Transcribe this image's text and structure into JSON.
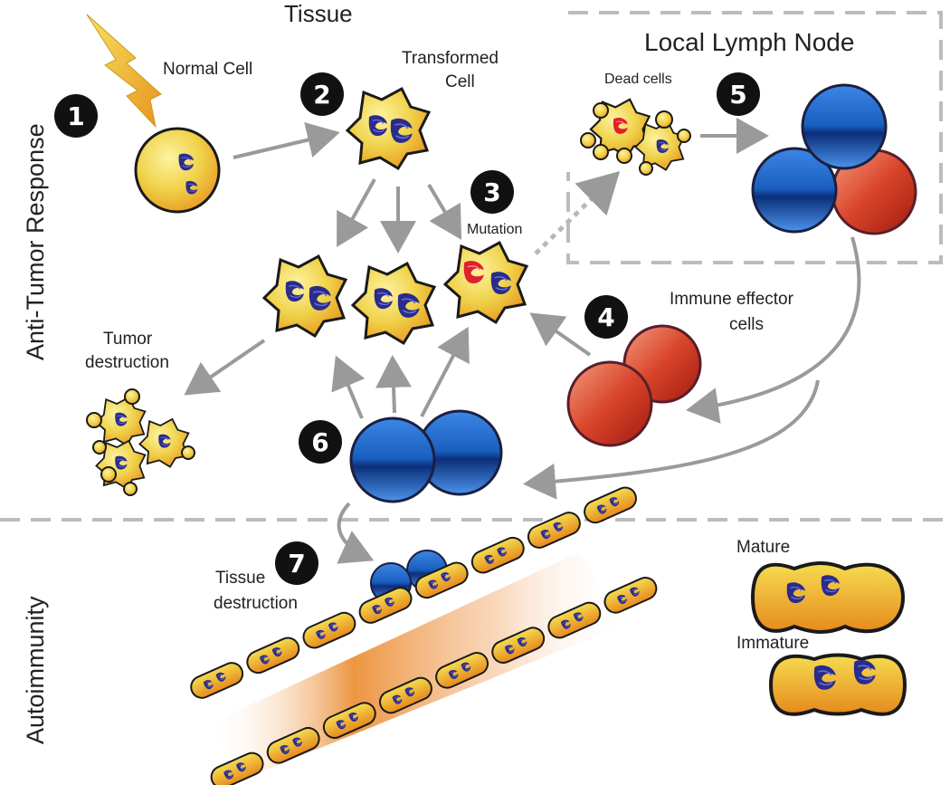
{
  "labels": {
    "side_anti_tumor": "Anti-Tumor Response",
    "side_autoimmunity": "Autoimmunity",
    "tissue": "Tissue",
    "normal_cell": "Normal Cell",
    "transformed_1": "Transformed",
    "transformed_2": "Cell",
    "mutation": "Mutation",
    "dead_cells": "Dead cells",
    "lymph_node": "Local Lymph Node",
    "immune_effector_1": "Immune effector",
    "immune_effector_2": "cells",
    "tumor_destruction_1": "Tumor",
    "tumor_destruction_2": "destruction",
    "tissue_destruction_1": "Tissue",
    "tissue_destruction_2": "destruction",
    "mature": "Mature",
    "immature": "Immature"
  },
  "steps": [
    "1",
    "2",
    "3",
    "4",
    "5",
    "6",
    "7"
  ],
  "colors": {
    "cell_yellow": "#f0d24a",
    "cell_orange": "#e89020",
    "nucleus_blue": "#2a2c8c",
    "mutation_red": "#e0202a",
    "t_cell_blue": "#1a5fbf",
    "effector_red": "#d8402a",
    "arrow_gray": "#9a9a9a",
    "dash_gray": "#bcbcbc",
    "number_badge": "#111111"
  },
  "icons": [
    "lightning-bolt-icon",
    "normal-cell-icon",
    "transformed-cell-icon",
    "dead-cells-icon",
    "t-cell-icon",
    "effector-cell-icon",
    "tissue-strand-icon"
  ]
}
